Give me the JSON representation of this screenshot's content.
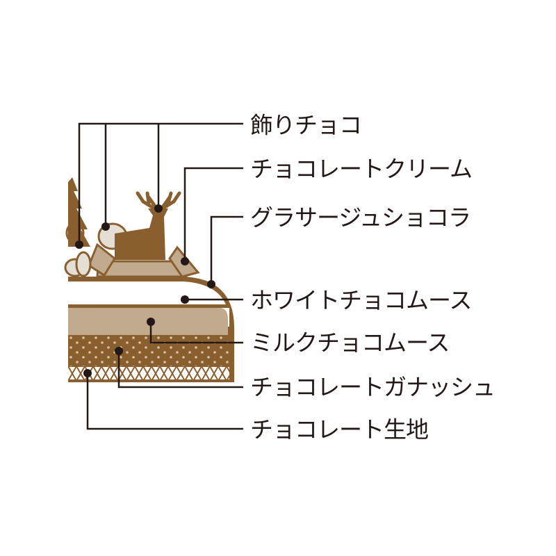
{
  "colors": {
    "brown": "#8a5f2f",
    "beige": "#c1aa8d",
    "light": "#e5ded5",
    "line": "#231815"
  },
  "labels": [
    {
      "text": "飾りチョコ"
    },
    {
      "text": "チョコレートクリーム"
    },
    {
      "text": "グラサージュショコラ"
    },
    {
      "text": "ホワイトチョコムース"
    },
    {
      "text": "ミルクチョコムース"
    },
    {
      "text": "チョコレートガナッシュ"
    },
    {
      "text": "チョコレート生地"
    }
  ]
}
